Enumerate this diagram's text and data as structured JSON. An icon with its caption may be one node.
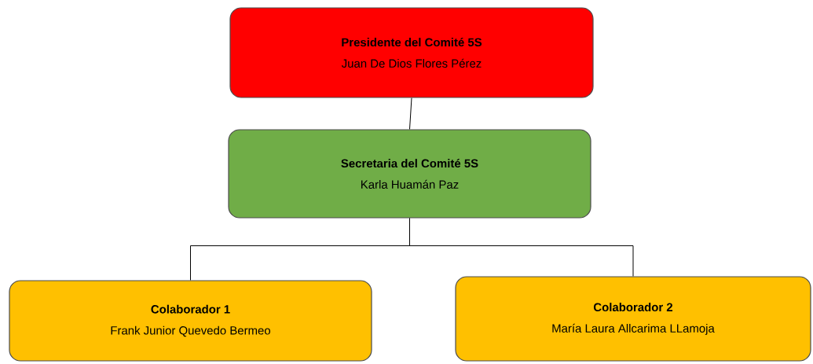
{
  "diagram": {
    "nodes": [
      {
        "text": [
          "Presidente del Comité 5S",
          "Juan De Dios Flores Pérez"
        ]
      },
      {
        "text": [
          "Secretaria del Comité 5S",
          "Karla Huamán Paz"
        ]
      },
      {
        "text": [
          "Colaborador 1",
          "Frank Junior Quevedo Bermeo"
        ]
      },
      {
        "text": [
          "Colaborador 2",
          "María Laura Allcarima LLamoja"
        ]
      }
    ],
    "edges": [
      {
        "from": 0,
        "to": 1,
        "arrow": "none"
      },
      {
        "from": 1,
        "to": 2,
        "arrow": "none"
      },
      {
        "from": 1,
        "to": 3,
        "arrow": "none"
      }
    ]
  }
}
